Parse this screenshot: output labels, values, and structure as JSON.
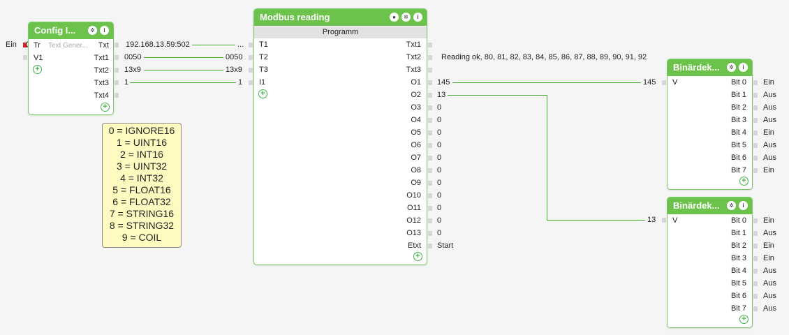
{
  "config_block": {
    "title": "Config I...",
    "inputs": [
      "Tr",
      "V1"
    ],
    "placeholder": "Text Gener...",
    "outputs": [
      "Txt",
      "Txt1",
      "Txt2",
      "Txt3",
      "Txt4"
    ],
    "external_input_label": "Ein",
    "output_values": [
      "192.168.13.59:502",
      "0050",
      "13x9",
      "1"
    ]
  },
  "modbus_block": {
    "title": "Modbus reading",
    "subheader": "Programm",
    "inputs": [
      "T1",
      "T2",
      "T3",
      "I1"
    ],
    "input_values": [
      "...",
      "0050",
      "13x9",
      "1"
    ],
    "outputs": [
      "Txt1",
      "Txt2",
      "Txt3",
      "O1",
      "O2",
      "O3",
      "O4",
      "O5",
      "O6",
      "O7",
      "O8",
      "O9",
      "O10",
      "O11",
      "O12",
      "O13",
      "Etxt"
    ],
    "output_values": [
      "",
      "Reading ok, 80, 81, 82, 83, 84, 85, 86, 87, 88, 89, 90, 91, 92",
      "",
      "145",
      "13",
      "0",
      "0",
      "0",
      "0",
      "0",
      "0",
      "0",
      "0",
      "0",
      "0",
      "0",
      "Start"
    ]
  },
  "note": {
    "lines": [
      "0 = IGNORE16",
      "1 = UINT16",
      "2 = INT16",
      "3 = UINT32",
      "4 = INT32",
      "5 = FLOAT16",
      "6 = FLOAT32",
      "7 = STRING16",
      "8 = STRING32",
      "9 = COIL"
    ]
  },
  "binary_decoder_1": {
    "title": "Binärdek...",
    "input": "V",
    "input_value": "145",
    "outputs": [
      "Bit 0",
      "Bit 1",
      "Bit 2",
      "Bit 3",
      "Bit 4",
      "Bit 5",
      "Bit 6",
      "Bit 7"
    ],
    "output_values": [
      "Ein",
      "Aus",
      "Aus",
      "Aus",
      "Ein",
      "Aus",
      "Aus",
      "Ein"
    ]
  },
  "binary_decoder_2": {
    "title": "Binärdek...",
    "input": "V",
    "input_value": "13",
    "outputs": [
      "Bit 0",
      "Bit 1",
      "Bit 2",
      "Bit 3",
      "Bit 4",
      "Bit 5",
      "Bit 6",
      "Bit 7"
    ],
    "output_values": [
      "Ein",
      "Aus",
      "Ein",
      "Ein",
      "Aus",
      "Aus",
      "Aus",
      "Aus"
    ]
  },
  "icons": {
    "gear": "gear-icon",
    "info": "info-icon",
    "settings": "settings-icon",
    "add": "add-icon"
  },
  "colors": {
    "header": "#6cc24a",
    "wire": "#44a82c",
    "note_bg": "#fffbc0"
  }
}
